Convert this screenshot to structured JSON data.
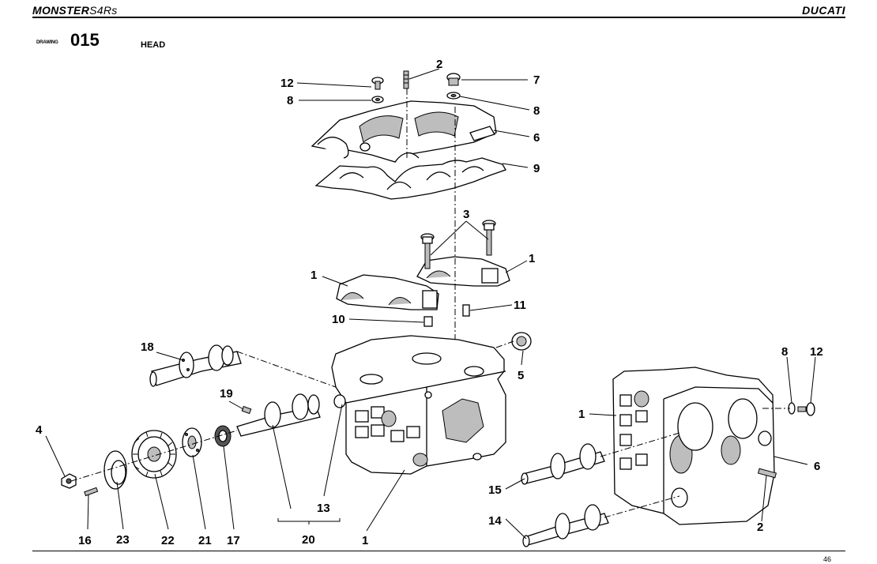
{
  "header": {
    "model_bold": "MONSTER",
    "model_rest": "S4Rs",
    "brand": "DUCATI"
  },
  "drawing": {
    "label": "DRAWING",
    "number": "015",
    "title": "HEAD"
  },
  "page_number": "46",
  "callouts": [
    {
      "id": "c12a",
      "text": "12"
    },
    {
      "id": "c8a",
      "text": "8"
    },
    {
      "id": "c2a",
      "text": "2"
    },
    {
      "id": "c7",
      "text": "7"
    },
    {
      "id": "c8b",
      "text": "8"
    },
    {
      "id": "c6a",
      "text": "6"
    },
    {
      "id": "c9",
      "text": "9"
    },
    {
      "id": "c3",
      "text": "3"
    },
    {
      "id": "c1a",
      "text": "1"
    },
    {
      "id": "c1b",
      "text": "1"
    },
    {
      "id": "c11",
      "text": "11"
    },
    {
      "id": "c10",
      "text": "10"
    },
    {
      "id": "c18",
      "text": "18"
    },
    {
      "id": "c5",
      "text": "5"
    },
    {
      "id": "c19",
      "text": "19"
    },
    {
      "id": "c4",
      "text": "4"
    },
    {
      "id": "c13",
      "text": "13"
    },
    {
      "id": "c16",
      "text": "16"
    },
    {
      "id": "c23",
      "text": "23"
    },
    {
      "id": "c22",
      "text": "22"
    },
    {
      "id": "c21",
      "text": "21"
    },
    {
      "id": "c17",
      "text": "17"
    },
    {
      "id": "c20",
      "text": "20"
    },
    {
      "id": "c1c",
      "text": "1"
    },
    {
      "id": "c8c",
      "text": "8"
    },
    {
      "id": "c12b",
      "text": "12"
    },
    {
      "id": "c1d",
      "text": "1"
    },
    {
      "id": "c6b",
      "text": "6"
    },
    {
      "id": "c15",
      "text": "15"
    },
    {
      "id": "c14",
      "text": "14"
    },
    {
      "id": "c2b",
      "text": "2"
    }
  ]
}
